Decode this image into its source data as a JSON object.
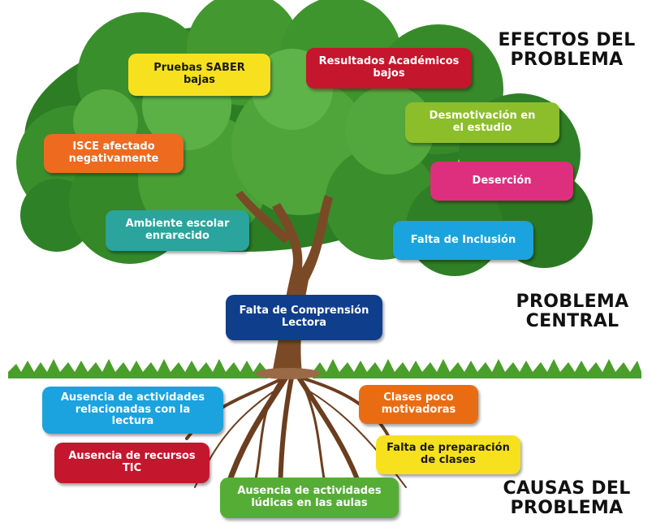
{
  "section_labels": {
    "effects": "EFECTOS DEL\nPROBLEMA",
    "central": "PROBLEMA\nCENTRAL",
    "causes": "CAUSAS DEL\nPROBLEMA"
  },
  "effects": {
    "pruebas_saber": "Pruebas SABER\nbajas",
    "resultados_academicos": "Resultados Académicos\nbajos",
    "desmotivacion": "Desmotivación en\nel estudio",
    "isce": "ISCE afectado\nnegativamente",
    "desercion": "Deserción",
    "ambiente_escolar": "Ambiente escolar\nenrarecido",
    "falta_inclusion": "Falta de Inclusión"
  },
  "central_problem": "Falta de Comprensión\nLectora",
  "causes": {
    "ausencia_actividades_lectura": "Ausencia de actividades\nrelacionadas con la\nlectura",
    "clases_poco_motivadoras": "Clases poco\nmotivadoras",
    "ausencia_recursos_tic": "Ausencia de recursos\nTIC",
    "falta_preparacion": "Falta de preparación\nde clases",
    "ausencia_actividades_ludicas": "Ausencia de actividades\nlúdicas en las aulas"
  },
  "colors": {
    "yellow": "#f7e11f",
    "crimson": "#c4162d",
    "lime": "#8cbd2b",
    "orange": "#ee6a1f",
    "magenta": "#de2f7e",
    "teal": "#2aa49c",
    "sky": "#1aa3de",
    "navy": "#0f3e8c",
    "dark_orange": "#ea6c12",
    "green": "#56ad36",
    "canopy": "#2e7f26",
    "trunk": "#7a4a26",
    "grass": "#4aa02a"
  }
}
